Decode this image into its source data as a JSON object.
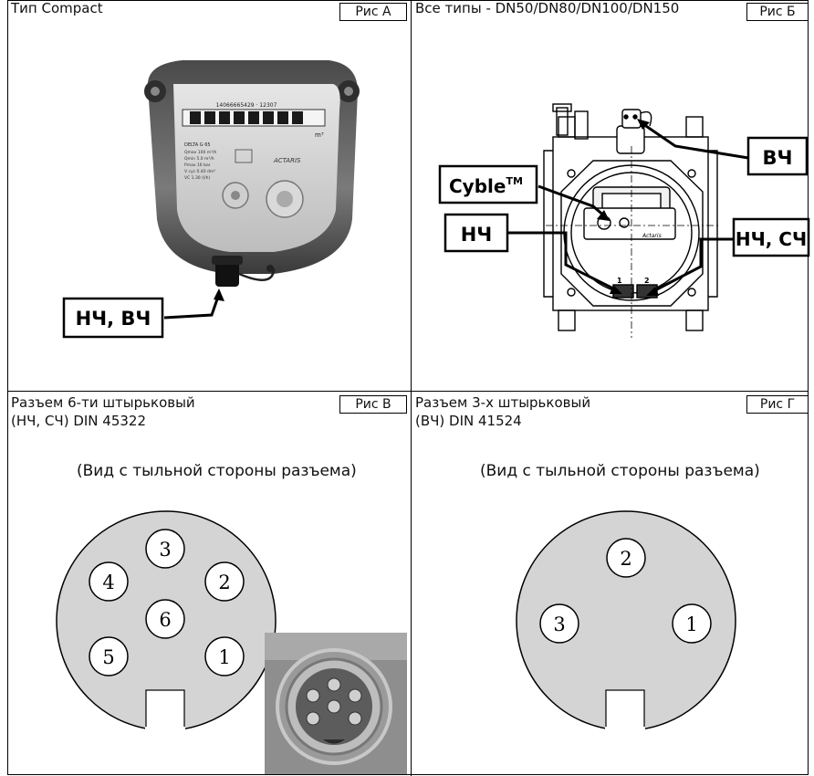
{
  "panels": {
    "a": {
      "title": "Тип Compact",
      "tag": "Рис А",
      "callout": "НЧ, ВЧ",
      "photo_text": {
        "serial": "14066665429 · 12307",
        "brand": "ACTARIS",
        "unit": "m³",
        "model": "DELTA G 65",
        "spec_lines": [
          "Qmax 100 m³/h",
          "Qmin 5.0 m³/h",
          "Pmax 16 bar",
          "V cyc 0.40 dm³",
          "VC 1.30 (l/h)"
        ]
      }
    },
    "b": {
      "title": "Все типы - DN50/DN80/DN100/DN150",
      "tag": "Рис Б",
      "callouts": {
        "hf": "ВЧ",
        "cyble": "Cyble",
        "cyble_tm": "TM",
        "lf": "НЧ",
        "lf_mf": "НЧ, СЧ"
      },
      "pin_numbers": [
        "1",
        "2"
      ],
      "brand": "Actaris"
    },
    "c": {
      "title_line1": "Разъем 6-ти штырьковый",
      "title_line2": "(НЧ, СЧ) DIN 45322",
      "tag": "Рис В",
      "note": "(Вид с тыльной стороны разъема)",
      "pins": [
        "1",
        "2",
        "3",
        "4",
        "5",
        "6"
      ]
    },
    "d": {
      "title_line1": "Разъем 3-х штырьковый",
      "title_line2": "(ВЧ) DIN 41524",
      "tag": "Рис Г",
      "note": "(Вид с тыльной стороны разъема)",
      "pins": [
        "1",
        "2",
        "3"
      ]
    }
  },
  "colors": {
    "connector_fill": "#d4d4d4",
    "line": "#000000",
    "photo_gray": "#6b6b6b"
  }
}
